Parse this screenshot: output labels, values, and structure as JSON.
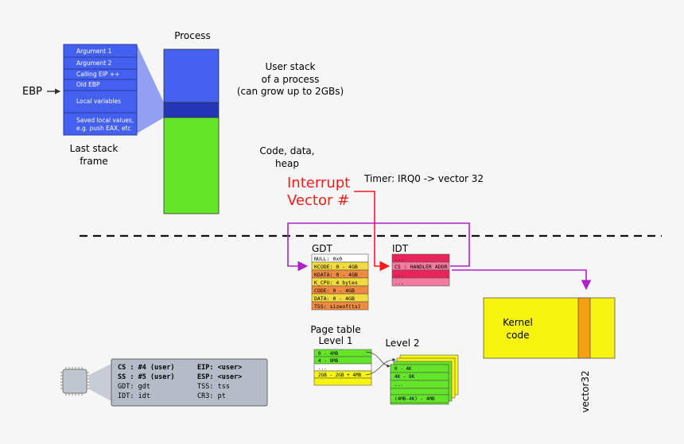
{
  "stack_frame": {
    "ebp_label": "EBP",
    "rows": [
      "Argument 1",
      "Argument 2",
      "Calling EIP ++",
      "Old EBP",
      "Local variables",
      "Saved local values,",
      "e.g. push EAX, etc"
    ],
    "caption_line1": "Last stack",
    "caption_line2": "frame"
  },
  "process": {
    "title": "Process",
    "user_stack_line1": "User stack",
    "user_stack_line2": "of a process",
    "user_stack_line3": "(can grow up to 2GBs)",
    "code_line1": "Code, data,",
    "code_line2": "heap"
  },
  "interrupt": {
    "line1": "Interrupt",
    "line2": "Vector #",
    "timer": "Timer: IRQ0 -> vector 32"
  },
  "gdt": {
    "title": "GDT",
    "rows": [
      "NULL: 0x0",
      "KCODE: 0 - 4GB",
      "KDATA: 0 - 4GB",
      "K_CPU: 4 bytes",
      "CODE: 0 - 4GB",
      "DATA: 0 - 4GB",
      "TSS: sizeof(ts)"
    ]
  },
  "idt": {
    "title": "IDT",
    "rows": [
      "...",
      "CS : HANDLER ADDR",
      "...",
      "..."
    ]
  },
  "kernel": {
    "line1": "Kernel",
    "line2": "code",
    "vector_label": "vector32"
  },
  "page_table": {
    "title_line1": "Page table",
    "title_line2": "Level 1",
    "level1_rows": [
      "0 - 4MB",
      "4 - 8MB",
      "...",
      "2GB - 2GB + 4MB",
      ""
    ],
    "level2_title": "Level 2",
    "level2_rows": [
      "0 - 4K",
      "4K - 8K",
      "...",
      "",
      "(4MB-4K) - 4MB"
    ]
  },
  "cpu": {
    "left": [
      {
        "text": "CS : #4 (user)",
        "bold": true
      },
      {
        "text": "SS : #5 (user)",
        "bold": true
      },
      {
        "text": "GDT: gdt",
        "bold": false
      },
      {
        "text": "IDT: idt",
        "bold": false
      }
    ],
    "right": [
      {
        "text": "EIP: <user>",
        "bold": true
      },
      {
        "text": "ESP: <user>",
        "bold": true
      },
      {
        "text": "TSS: tss",
        "bold": false
      },
      {
        "text": "CR3: pt",
        "bold": false
      }
    ]
  },
  "colors": {
    "stack_blue": "#4460f0",
    "dark_blue": "#2436b8",
    "green": "#64e628",
    "yellow": "#f7f510",
    "orange": "#f5a010",
    "red": "#ff1a1a",
    "purple": "#b020c8",
    "idt_dark": "#e8245a",
    "idt_light": "#f47aa0",
    "gdt_yellow": "#f2dc3c",
    "gdt_orange": "#f08a40"
  }
}
